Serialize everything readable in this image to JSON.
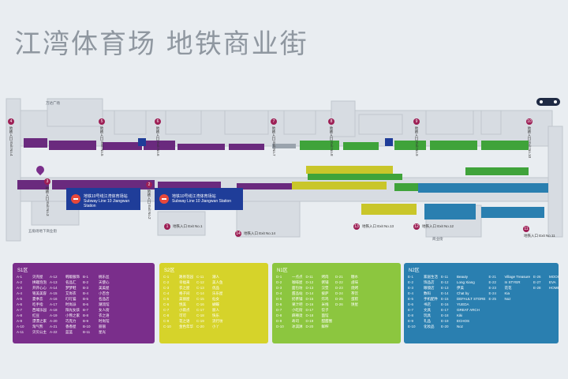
{
  "title": "江湾体育场 地铁商业街",
  "map": {
    "exits": [
      {
        "num": "1",
        "label": "地铁入口 Exit No.1"
      },
      {
        "num": "2",
        "label": "地铁入口 Exit No.2"
      },
      {
        "num": "3",
        "label": "地铁入口 Exit No.3"
      },
      {
        "num": "4",
        "label": "地铁入口 Exit No.4"
      },
      {
        "num": "5",
        "label": "地铁入口 Exit No.5"
      },
      {
        "num": "6",
        "label": "地铁入口 Exit No.6"
      },
      {
        "num": "7",
        "label": "地铁入口 Exit No.7"
      },
      {
        "num": "8",
        "label": "地铁入口 Exit No.8"
      },
      {
        "num": "9",
        "label": "地铁入口 Exit No.9"
      },
      {
        "num": "10",
        "label": "地铁入口 Exit No.10"
      },
      {
        "num": "11",
        "label": "地铁入口 Exit No.11"
      },
      {
        "num": "12",
        "label": "地铁入口 Exit No.12"
      },
      {
        "num": "13",
        "label": "地铁入口 Exit No.13"
      },
      {
        "num": "14",
        "label": "地铁入口 Exit No.14"
      }
    ],
    "station_a": {
      "line1": "地铁10号线江湾体育场站",
      "line2": "Subway Line 10 Jiangwan Station"
    },
    "station_b": {
      "line1": "地铁10号线江湾体育场站",
      "line2": "Subway Line 10 Jiangwan Station"
    },
    "street_labels": {
      "top_left": "万达广场",
      "left_bottom": "五角场地下商业街",
      "shopping": "商业街"
    }
  },
  "legend": {
    "panel1": {
      "header": "S1区",
      "columns": [
        [
          [
            "A-1",
            "贝壳屋"
          ],
          [
            "A-2",
            "拼趣泡泡"
          ],
          [
            "A-3",
            "开开心心"
          ],
          [
            "A-4",
            "铭美美容"
          ],
          [
            "A-5",
            "夏季恋"
          ],
          [
            "A-6",
            "吃手指"
          ],
          [
            "A-7",
            "西域乐园"
          ],
          [
            "A-8",
            "红豆"
          ],
          [
            "A-9",
            "漂漂之家"
          ],
          [
            "A-10",
            "淘气熊"
          ],
          [
            "A-11",
            "贝贝公主"
          ]
        ],
        [
          [
            "A-12",
            "韩版服饰"
          ],
          [
            "A-13",
            "名品汇"
          ],
          [
            "A-14",
            "梦梦鞋"
          ],
          [
            "A-15",
            "艾尚衣"
          ],
          [
            "A-16",
            "叮叮猫"
          ],
          [
            "A-17",
            "时尚派"
          ],
          [
            "A-18",
            "阳光女孩"
          ],
          [
            "A-19",
            "小熊之家"
          ],
          [
            "A-20",
            "巧克力"
          ],
          [
            "A-21",
            "香香屋"
          ],
          [
            "A-22",
            "蓝蓝"
          ]
        ],
        [
          [
            "B-1",
            "桃乐丝"
          ],
          [
            "B-2",
            "天使心"
          ],
          [
            "B-3",
            "美美屋"
          ],
          [
            "B-4",
            "小百合"
          ],
          [
            "B-5",
            "名品店"
          ],
          [
            "B-6",
            "潮流馆"
          ],
          [
            "B-7",
            "女人街"
          ],
          [
            "B-8",
            "衣之语"
          ],
          [
            "B-9",
            "时尚馆"
          ],
          [
            "B-10",
            "丽丽"
          ],
          [
            "B-11",
            "星光"
          ]
        ]
      ]
    },
    "panel2": {
      "header": "S2区",
      "columns": [
        [
          [
            "C-1",
            "路易花园"
          ],
          [
            "C-2",
            "幸福来"
          ],
          [
            "C-3",
            "衣之屋"
          ],
          [
            "C-4",
            "格子间"
          ],
          [
            "C-5",
            "美丽屋"
          ],
          [
            "C-6",
            "悦美"
          ],
          [
            "C-7",
            "小雨点"
          ],
          [
            "C-8",
            "可可"
          ],
          [
            "C-9",
            "花之语"
          ],
          [
            "C-10",
            "金色年华"
          ]
        ],
        [
          [
            "C-11",
            "潮人"
          ],
          [
            "C-12",
            "美人鱼"
          ],
          [
            "C-13",
            "优品"
          ],
          [
            "C-14",
            "乐乐屋"
          ],
          [
            "C-15",
            "仙女"
          ],
          [
            "C-16",
            "蝴蝶"
          ],
          [
            "C-17",
            "丽人"
          ],
          [
            "C-18",
            "快乐"
          ],
          [
            "C-19",
            "流行坊"
          ],
          [
            "C-20",
            "小丫"
          ]
        ]
      ]
    },
    "panel3": {
      "header": "N1区",
      "columns": [
        [
          [
            "D-1",
            "一点点"
          ],
          [
            "D-2",
            "咖啡屋"
          ],
          [
            "D-3",
            "面包坊"
          ],
          [
            "D-4",
            "甜品站"
          ],
          [
            "D-5",
            "奶茶铺"
          ],
          [
            "D-6",
            "果汁吧"
          ],
          [
            "D-7",
            "小吃街"
          ],
          [
            "D-8",
            "麻辣烫"
          ],
          [
            "D-9",
            "寿司"
          ],
          [
            "D-10",
            "冰淇淋"
          ]
        ],
        [
          [
            "D-11",
            "烤肉"
          ],
          [
            "D-12",
            "粥铺"
          ],
          [
            "D-13",
            "汉堡"
          ],
          [
            "D-14",
            "披萨"
          ],
          [
            "D-15",
            "炸鸡"
          ],
          [
            "D-16",
            "米线"
          ],
          [
            "D-17",
            "饺子"
          ],
          [
            "D-18",
            "面馆"
          ],
          [
            "D-19",
            "甜甜圈"
          ],
          [
            "D-20",
            "鲜榨"
          ]
        ],
        [
          [
            "D-21",
            "糖水"
          ],
          [
            "D-22",
            "卤味"
          ],
          [
            "D-23",
            "烧烤"
          ],
          [
            "D-24",
            "茶饮"
          ],
          [
            "D-25",
            "蛋糕"
          ],
          [
            "D-26",
            "饼屋"
          ]
        ]
      ]
    },
    "panel4": {
      "header": "N2区",
      "columns": [
        [
          [
            "E-1",
            "家居生活"
          ],
          [
            "E-2",
            "饰品店"
          ],
          [
            "E-3",
            "眼镜店"
          ],
          [
            "E-4",
            "数码"
          ],
          [
            "E-5",
            "手机配件"
          ],
          [
            "E-6",
            "书店"
          ],
          [
            "E-7",
            "文具"
          ],
          [
            "E-8",
            "玩具"
          ],
          [
            "E-9",
            "礼品"
          ],
          [
            "E-10",
            "化妆品"
          ]
        ],
        [
          [
            "E-11",
            "Beauty"
          ],
          [
            "E-12",
            "Long Xiang"
          ],
          [
            "E-13",
            "伊美"
          ],
          [
            "E-14",
            "Chat by"
          ],
          [
            "E-15",
            "DEFAULT STORE"
          ],
          [
            "E-16",
            "YUEDA"
          ],
          [
            "E-17",
            "GREAT ARCH"
          ],
          [
            "E-18",
            "Kiki"
          ],
          [
            "E-19",
            "ECHOS"
          ],
          [
            "E-20",
            "Noz"
          ]
        ],
        [
          [
            "E-21",
            "Village Treasure"
          ],
          [
            "E-22",
            "In STYER"
          ],
          [
            "E-23",
            "花花"
          ],
          [
            "E-24",
            "Kia"
          ],
          [
            "E-25",
            "Noz"
          ]
        ],
        [
          [
            "E-26",
            "MOOI"
          ],
          [
            "E-27",
            "EVA"
          ],
          [
            "E-28",
            "HOME"
          ]
        ]
      ]
    }
  },
  "colors": {
    "purple": "#6a2a7e",
    "yellow": "#c9c62a",
    "green": "#3fa33a",
    "blue": "#2a7fb0",
    "exit": "#9d1f55",
    "station": "#1f3d99"
  }
}
